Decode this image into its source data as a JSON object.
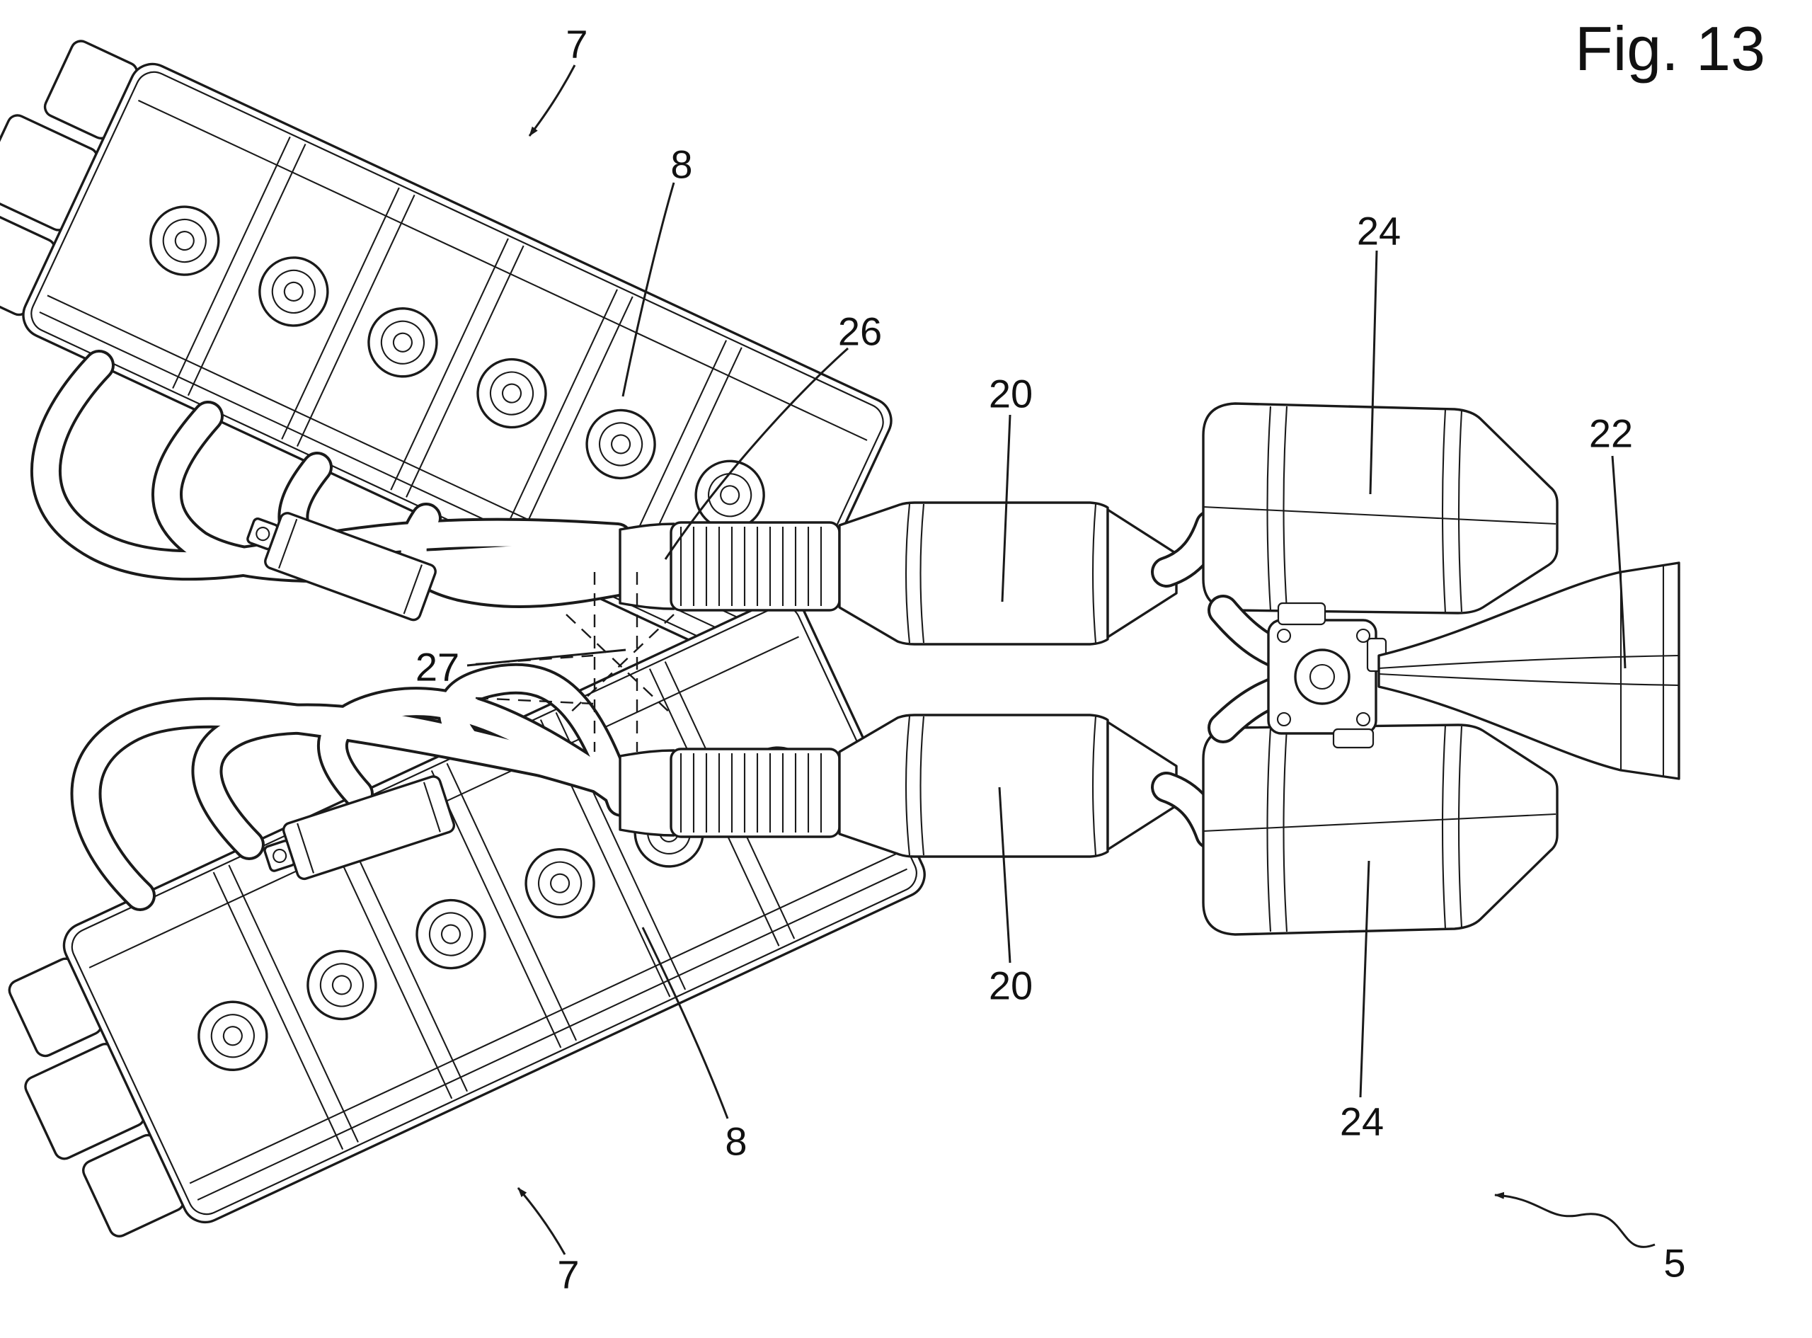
{
  "figure": {
    "title": "Fig. 13",
    "colors": {
      "ink": "#1a1a1a",
      "paper": "#ffffff"
    },
    "labels": [
      {
        "id": "ref-7-top",
        "text": "7"
      },
      {
        "id": "ref-8-top",
        "text": "8"
      },
      {
        "id": "ref-26",
        "text": "26"
      },
      {
        "id": "ref-20-top",
        "text": "20"
      },
      {
        "id": "ref-24-top",
        "text": "24"
      },
      {
        "id": "ref-22",
        "text": "22"
      },
      {
        "id": "ref-27",
        "text": "27"
      },
      {
        "id": "ref-20-bottom",
        "text": "20"
      },
      {
        "id": "ref-24-bottom",
        "text": "24"
      },
      {
        "id": "ref-8-bottom",
        "text": "8"
      },
      {
        "id": "ref-7-bottom",
        "text": "7"
      },
      {
        "id": "ref-5",
        "text": "5"
      }
    ]
  }
}
